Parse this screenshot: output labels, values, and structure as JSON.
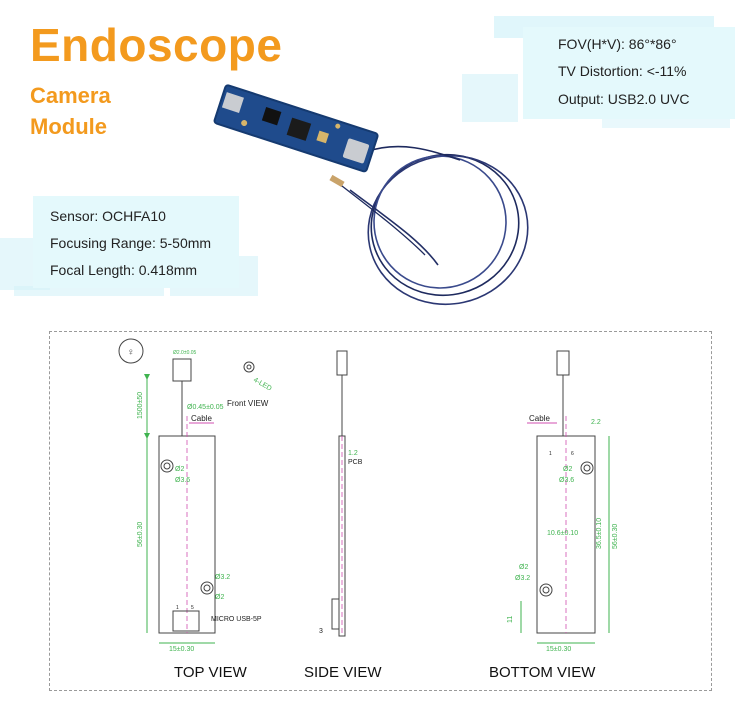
{
  "title": "Endoscope",
  "subtitle_lines": [
    "Camera",
    "Module"
  ],
  "specs_right": [
    "FOV(H*V): 86°*86°",
    "TV Distortion: <-11%",
    "Output: USB2.0 UVC"
  ],
  "specs_left": [
    "Sensor: OCHFA10",
    "Focusing Range: 5-50mm",
    "Focal Length: 0.418mm"
  ],
  "colors": {
    "title": "#f39a1e",
    "dim_line": "#3fb34f",
    "cable_label": "#d04fb0",
    "pcb_blue": "#1f4b8c",
    "spec_bg": "#e4f9fc"
  },
  "drawing": {
    "top_view": {
      "label": "TOP VIEW",
      "dims": [
        "Ø2.0±0.05",
        "Ø0.45±0.05",
        "1500±50",
        "Ø2",
        "Ø3.6",
        "56±0.30",
        "Ø3.2",
        "Ø2",
        "15±0.30"
      ],
      "front_view_label": "Front VIEW",
      "cable_label": "Cable",
      "led_label": "4-LED",
      "usb_label": "MICRO USB-5P",
      "pin_labels": [
        "1",
        "5"
      ]
    },
    "side_view": {
      "label": "SIDE VIEW",
      "dims": [
        "1.2",
        "3"
      ],
      "pcb_label": "PCB"
    },
    "bottom_view": {
      "label": "BOTTOM VIEW",
      "dims": [
        "2.2",
        "Ø2",
        "Ø3.6",
        "10.6±0.10",
        "36.5±0.10",
        "56±0.30",
        "Ø2",
        "Ø3.2",
        "11",
        "15±0.30"
      ],
      "cable_label": "Cable",
      "pin_labels": [
        "1",
        "6"
      ]
    }
  }
}
